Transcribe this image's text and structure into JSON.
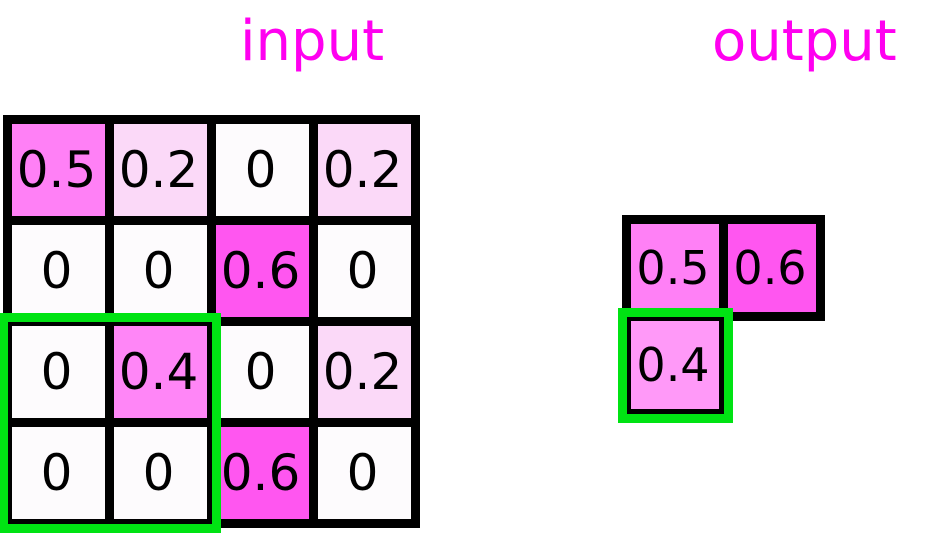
{
  "figure": {
    "background": "#ffffff",
    "title_color": "#ff00f0",
    "grid_line_color": "#000000",
    "highlight_color": "#00e313",
    "text_color": "#000000"
  },
  "panels": {
    "input": {
      "title": "input",
      "rows": 4,
      "cols": 4,
      "cells": [
        [
          {
            "value": "0.5",
            "color": "#ff80f6"
          },
          {
            "value": "0.2",
            "color": "#fbd9f8"
          },
          {
            "value": "0",
            "color": "#fdfbfd"
          },
          {
            "value": "0.2",
            "color": "#fbd9f8"
          }
        ],
        [
          {
            "value": "0",
            "color": "#fdfbfd"
          },
          {
            "value": "0",
            "color": "#fdfbfd"
          },
          {
            "value": "0.6",
            "color": "#ff56f0"
          },
          {
            "value": "0",
            "color": "#fdfbfd"
          }
        ],
        [
          {
            "value": "0",
            "color": "#fdfbfd"
          },
          {
            "value": "0.4",
            "color": "#ff86f7"
          },
          {
            "value": "0",
            "color": "#fdfbfd"
          },
          {
            "value": "0.2",
            "color": "#fbd9f8"
          }
        ],
        [
          {
            "value": "0",
            "color": "#fdfbfd"
          },
          {
            "value": "0",
            "color": "#fdfbfd"
          },
          {
            "value": "0.6",
            "color": "#ff56f0"
          },
          {
            "value": "0",
            "color": "#fdfbfd"
          }
        ]
      ],
      "highlight": {
        "label": "pooling-window",
        "row_start": 2,
        "row_end": 3,
        "col_start": 0,
        "col_end": 1
      }
    },
    "output": {
      "title": "output",
      "rows": 2,
      "cols": 2,
      "cells": [
        [
          {
            "value": "0.5",
            "color": "#ff80f6"
          },
          {
            "value": "0.6",
            "color": "#ff56f0"
          }
        ],
        [
          {
            "value": "0.4",
            "color": "#ff99f8"
          },
          {
            "value": "",
            "color": "transparent"
          }
        ]
      ],
      "highlight": {
        "label": "pooled-result",
        "row_start": 1,
        "row_end": 1,
        "col_start": 0,
        "col_end": 0
      }
    }
  }
}
